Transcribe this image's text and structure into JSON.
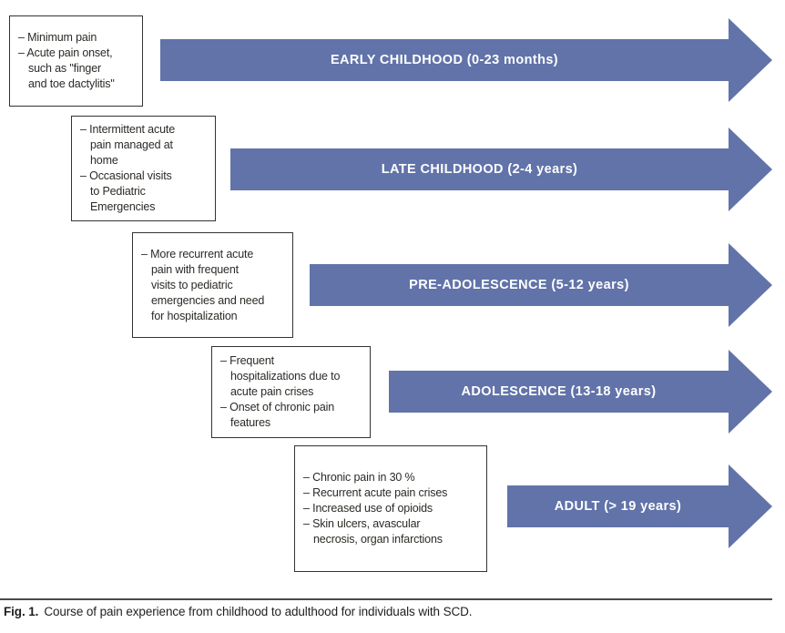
{
  "colors": {
    "arrow_blue": "#6173a9",
    "arrow_label": "#ffffff",
    "box_border": "#333333",
    "note_text": "#2d2a26"
  },
  "stages": [
    {
      "label": "EARLY CHILDHOOD (0-23 months)",
      "notes": [
        "– Minimum pain",
        "– Acute pain onset,\nsuch as \"finger\nand toe dactylitis\""
      ]
    },
    {
      "label": "LATE CHILDHOOD (2-4 years)",
      "notes": [
        "– Intermittent acute\npain managed at\nhome",
        "– Occasional visits\nto Pediatric\nEmergencies"
      ]
    },
    {
      "label": "PRE-ADOLESCENCE (5-12 years)",
      "notes": [
        "– More recurrent acute\npain with frequent\nvisits to pediatric\nemergencies and need\nfor hospitalization"
      ]
    },
    {
      "label": "ADOLESCENCE (13-18 years)",
      "notes": [
        "– Frequent\nhospitalizations due to\nacute pain crises",
        "– Onset of chronic pain\nfeatures"
      ]
    },
    {
      "label": "ADULT (> 19 years)",
      "notes": [
        "– Chronic pain in 30 %",
        "– Recurrent acute pain crises",
        "– Increased use of opioids",
        "– Skin ulcers, avascular\nnecrosis, organ infarctions"
      ]
    }
  ],
  "caption": {
    "label": "Fig. 1.",
    "text": "Course of pain experience from childhood to adulthood for individuals with SCD."
  }
}
